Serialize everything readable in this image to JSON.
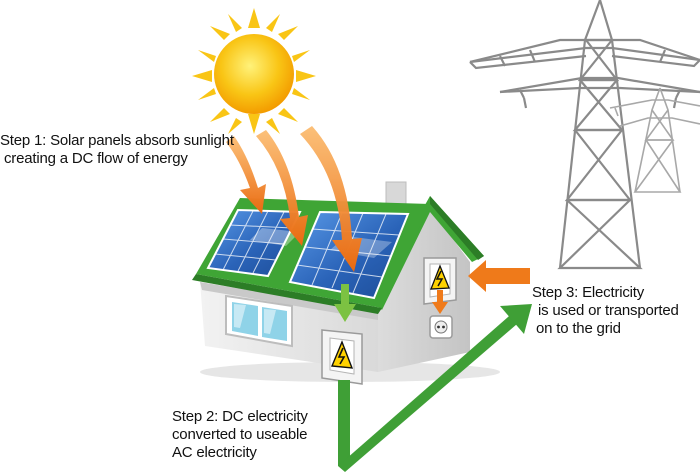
{
  "steps": {
    "step1": {
      "line1": "Step 1: Solar panels absorb sunlight",
      "line2": "creating a DC flow of energy"
    },
    "step2": {
      "line1": "Step 2: DC electricity",
      "line2": "converted to useable",
      "line3": "AC electricity"
    },
    "step3": {
      "line1": "Step 3: Electricity",
      "line2": "is used or transported",
      "line3": "on to the grid"
    }
  },
  "colors": {
    "sun": "#f7b500",
    "sun_ray": "#f9d33a",
    "roof": "#3fa535",
    "roof_dark": "#2c7d26",
    "wall": "#e9e9e9",
    "wall_shade": "#cfcfcf",
    "panel": "#2f6fc8",
    "orange_arrow": "#ef7a1a",
    "green_arrow": "#3f9f36",
    "hazard": "#ffd200",
    "tower": "#8c8c8c"
  },
  "icons": [
    "sun-icon",
    "house-illustration",
    "solar-panel-icon",
    "inverter-box-icon",
    "meter-box-icon",
    "power-outlet-icon",
    "power-tower-icon",
    "high-voltage-warning-icon"
  ]
}
